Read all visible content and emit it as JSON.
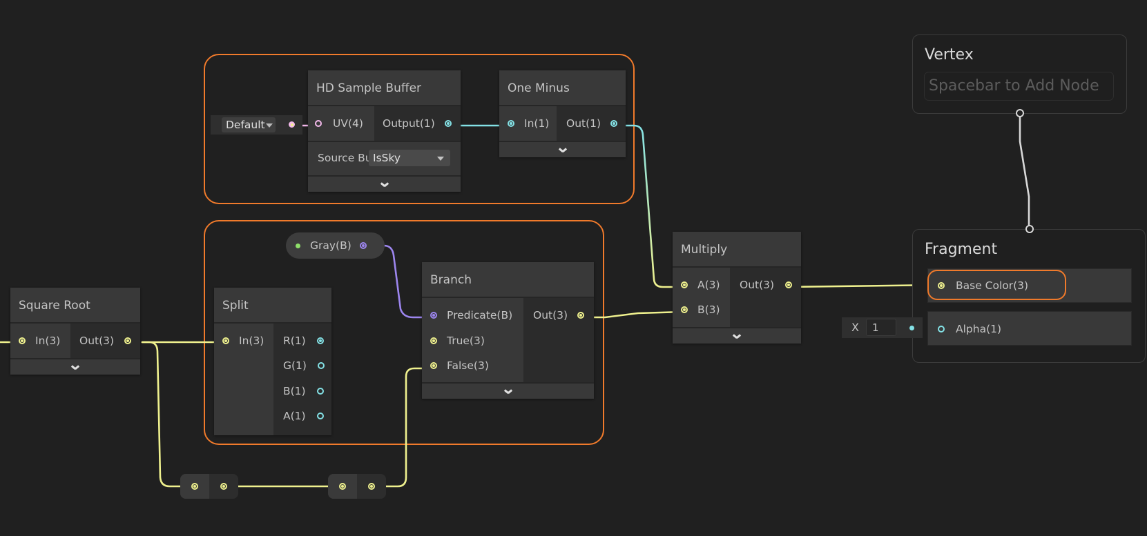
{
  "colors": {
    "background": "#202020",
    "group_outline": "#f07a2b",
    "vector3_port": "#eff18e",
    "float_port": "#84e2e6",
    "boolean_port": "#9d86ef",
    "uv_port": "#f4b9ec",
    "flow_port": "#d8d8d8"
  },
  "nodes": {
    "hd_sample_buffer": {
      "title": "HD Sample Buffer",
      "inputs": [
        {
          "label": "UV(4)"
        }
      ],
      "outputs": [
        {
          "label": "Output(1)"
        }
      ],
      "property_label": "Source Bu",
      "property_value": "IsSky",
      "uv_inline_value": "Default"
    },
    "one_minus": {
      "title": "One Minus",
      "inputs": [
        {
          "label": "In(1)"
        }
      ],
      "outputs": [
        {
          "label": "Out(1)"
        }
      ]
    },
    "square_root": {
      "title": "Square Root",
      "inputs": [
        {
          "label": "In(3)"
        }
      ],
      "outputs": [
        {
          "label": "Out(3)"
        }
      ]
    },
    "split": {
      "title": "Split",
      "inputs": [
        {
          "label": "In(3)"
        }
      ],
      "outputs": [
        {
          "label": "R(1)"
        },
        {
          "label": "G(1)"
        },
        {
          "label": "B(1)"
        },
        {
          "label": "A(1)"
        }
      ]
    },
    "gray_property": {
      "label": "Gray(B)"
    },
    "branch": {
      "title": "Branch",
      "inputs": [
        {
          "label": "Predicate(B)"
        },
        {
          "label": "True(3)"
        },
        {
          "label": "False(3)"
        }
      ],
      "outputs": [
        {
          "label": "Out(3)"
        }
      ]
    },
    "multiply": {
      "title": "Multiply",
      "inputs": [
        {
          "label": "A(3)"
        },
        {
          "label": "B(3)"
        }
      ],
      "outputs": [
        {
          "label": "Out(3)"
        }
      ]
    }
  },
  "master_stack": {
    "vertex": {
      "title": "Vertex",
      "placeholder": "Spacebar to Add Node"
    },
    "fragment": {
      "title": "Fragment",
      "blocks": [
        {
          "label": "Base Color(3)",
          "highlighted": true
        },
        {
          "label": "Alpha(1)",
          "inline_label": "X",
          "inline_value": "1"
        }
      ]
    }
  }
}
